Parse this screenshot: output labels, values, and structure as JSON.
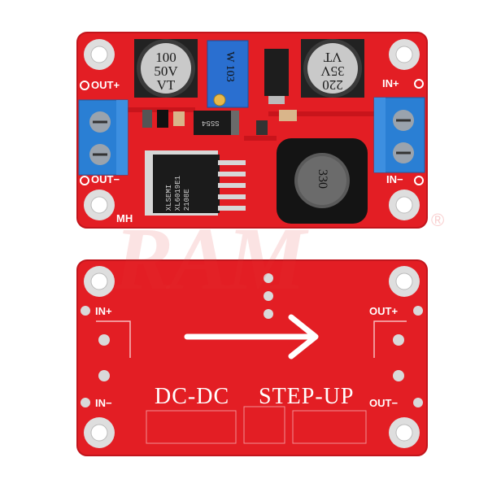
{
  "image": {
    "colors": {
      "pcb_red": "#e31e24",
      "pcb_dark_red": "#b5121b",
      "terminal_blue": "#2a7fd4",
      "silk_white": "#ffffff",
      "pad_silver": "#d9d9d9"
    },
    "watermark": {
      "text": "RAM",
      "symbol": "®"
    },
    "top_board": {
      "labels": {
        "out_plus": "OUT+",
        "out_minus": "OUT−",
        "in_plus": "IN+",
        "in_minus": "IN−",
        "mh": "MH"
      },
      "cap_left": {
        "line1": "100",
        "line2": "50V",
        "line3": "VT"
      },
      "cap_right": {
        "line1": "220",
        "line2": "35V",
        "line3": "VT"
      },
      "pot": {
        "label": "103",
        "prefix": "W"
      },
      "diode": {
        "label": "SS54"
      },
      "ic": {
        "line1": "XLSEMI",
        "line2": "XL6019E1",
        "line3": "2108E"
      },
      "inductor": {
        "label": "330"
      }
    },
    "bottom_board": {
      "labels": {
        "in_plus": "IN+",
        "in_minus": "IN−",
        "out_plus": "OUT+",
        "out_minus": "OUT−"
      },
      "title_left": "DC-DC",
      "title_right": "STEP-UP"
    }
  }
}
